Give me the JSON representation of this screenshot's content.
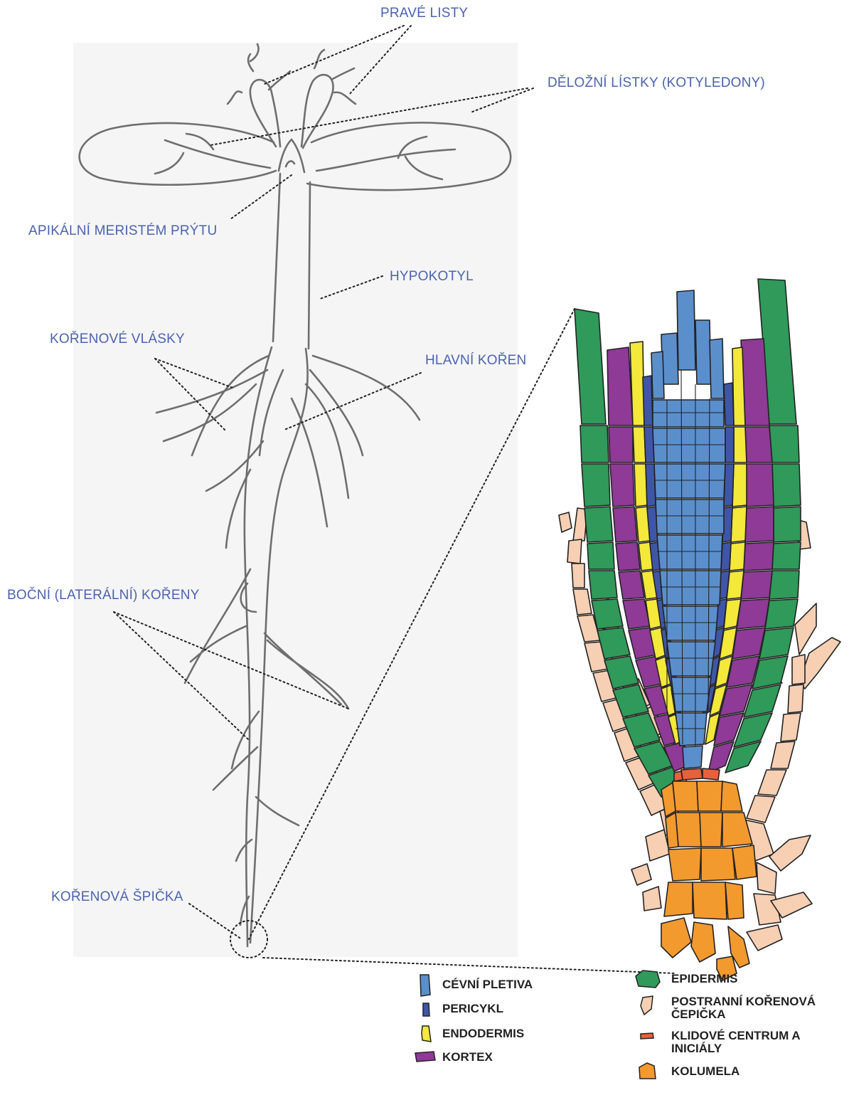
{
  "seedling_labels": {
    "true_leaves": "PRAVÉ LISTY",
    "cotyledons": "DĚLOŽNÍ LÍSTKY (KOTYLEDONY)",
    "shoot_apical_meristem": "APIKÁLNÍ MERISTÉM PRÝTU",
    "hypocotyl": "HYPOKOTYL",
    "root_hairs": "KOŘENOVÉ VLÁSKY",
    "main_root": "HLAVNÍ KOŘEN",
    "lateral_roots": "BOČNÍ (LATERÁLNÍ) KOŘENY",
    "root_tip": "KOŘENOVÁ ŠPIČKA"
  },
  "legend": [
    {
      "id": "vascular",
      "label_lines": [
        "CÉVNÍ PLETIVA"
      ],
      "color": "#5b8fcc",
      "icon": "vascular-cell-icon"
    },
    {
      "id": "pericycle",
      "label_lines": [
        "PERICYKL"
      ],
      "color": "#3f56a8",
      "icon": "pericycle-cell-icon"
    },
    {
      "id": "endodermis",
      "label_lines": [
        "ENDODERMIS"
      ],
      "color": "#f4e83a",
      "icon": "endodermis-cell-icon"
    },
    {
      "id": "cortex",
      "label_lines": [
        "KORTEX"
      ],
      "color": "#8e3a96",
      "icon": "cortex-cell-icon"
    },
    {
      "id": "epidermis",
      "label_lines": [
        "EPIDERMIS"
      ],
      "color": "#2f9a5a",
      "icon": "epidermis-cell-icon"
    },
    {
      "id": "lateral_root_cap",
      "label_lines": [
        "POSTRANNÍ KOŘENOVÁ",
        "ČEPIČKA"
      ],
      "color": "#f7cfb3",
      "icon": "root-cap-cell-icon"
    },
    {
      "id": "quiescent_center",
      "label_lines": [
        "KLIDOVÉ CENTRUM A",
        "INICIÁLY"
      ],
      "color": "#e8603c",
      "icon": "quiescent-center-cell-icon"
    },
    {
      "id": "columella",
      "label_lines": [
        "KOLUMELA"
      ],
      "color": "#f39a2e",
      "icon": "columella-cell-icon"
    }
  ],
  "colors": {
    "label_blue": "#4a63b0",
    "pencil": "#6e6e6e",
    "paper": "#f5f5f5",
    "cell_outline": "#222222"
  }
}
